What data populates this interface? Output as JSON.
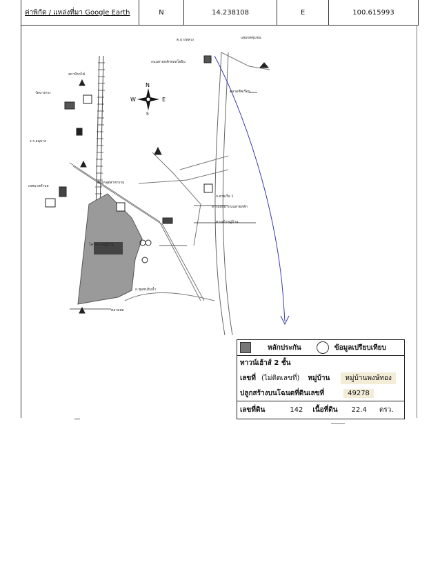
{
  "header": {
    "label": "ค่าพิกัด / แหล่งที่มา Google Earth",
    "n_label": "N",
    "n_value": "14.238108",
    "e_label": "E",
    "e_value": "100.615993"
  },
  "legend": {
    "collateral": "หลักประกัน",
    "comparable": "ข้อมูลเปรียบเทียบ"
  },
  "info": {
    "type": "ทาวน์เฮ้าส์ 2 ชั้น",
    "house_no_label": "เลขที่",
    "house_no_value": "(ไม่ติดเลขที่)",
    "village_label": "หมู่บ้าน",
    "village_value": "หมู่บ้านพงษ์ทอง",
    "deed_label": "ปลูกสร้างบนโฉนดที่ดินเลขที่",
    "deed_value": "49278",
    "land_no_label": "เลขที่ดิน",
    "land_no_value": "142",
    "area_label": "เนื้อที่ดิน",
    "area_value": "22.4",
    "area_unit": "ตรว."
  },
  "map": {
    "compass": {
      "n": "N",
      "s": "S",
      "e": "E",
      "w": "W"
    },
    "labels": {
      "top_a": "เลยเขตชุมชน",
      "top_b": "ต.บางหลวง",
      "right_a": "ตลาดชีพเรือน",
      "road_1": "ถนนสายหลักพหลโยธิน",
      "mid_1": "ถ.สายเรือ 1",
      "mid_2": "ทางแยกมาถนนสายหลัก",
      "mid_3": "ทางเข้าหมู่บ้าน",
      "left_1": "สถานีรถไฟ",
      "left_2": "วัดบางกระ",
      "left_3": "ร.ร.อนุบาล",
      "left_4": "เทศบาลตำบล",
      "center_1": "โครงการหมู่บ้าน",
      "center_2": "สี่แยกอุตสาหกรรม",
      "bottom_1": "ตลาดสด",
      "bottom_2": "ถ.ชุมชนริมน้ำ"
    }
  }
}
